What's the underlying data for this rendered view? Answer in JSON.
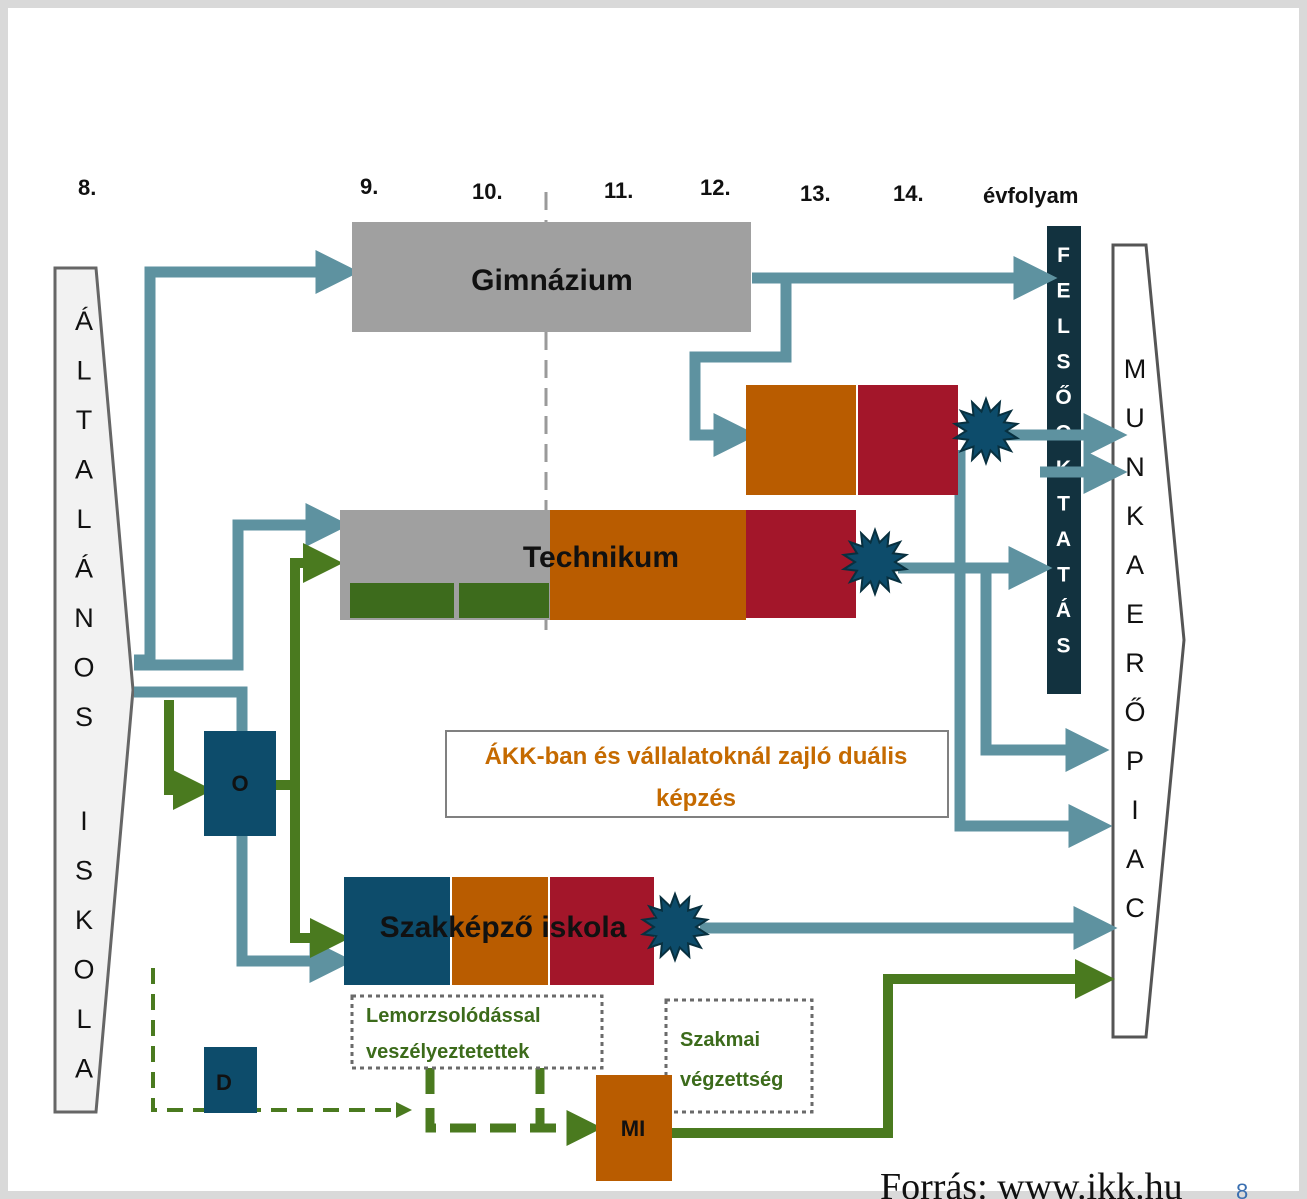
{
  "grades": [
    "8.",
    "9.",
    "10.",
    "11.",
    "12.",
    "13.",
    "14.",
    "évfolyam"
  ],
  "left_column": {
    "top": [
      "Á",
      "L",
      "T",
      "A",
      "L",
      "Á",
      "N",
      "O",
      "S"
    ],
    "bottom": [
      "I",
      "S",
      "K",
      "O",
      "L",
      "A"
    ]
  },
  "higher_education": [
    "F",
    "E",
    "L",
    "S",
    "Ő",
    "O",
    "K",
    "T",
    "A",
    "T",
    "Á",
    "S"
  ],
  "labour_market": [
    "M",
    "U",
    "N",
    "K",
    "A",
    "E",
    "R",
    "Ő",
    "P",
    "I",
    "A",
    "C"
  ],
  "labels": {
    "gymnasium": "Gimnázium",
    "technikum": "Technikum",
    "vocational": "Szakképző iskola",
    "orientation": "O",
    "d_box": "D",
    "mi_box": "MI",
    "dual_line1": "ÁKK-ban és vállalatoknál zajló duális",
    "dual_line2": "képzés",
    "dropout_line1": "Lemorzsolódással",
    "dropout_line2": "veszélyeztetettek",
    "qual_line1": "Szakmai",
    "qual_line2": "végzettség",
    "source": "Forrás: www.ikk.hu"
  },
  "colors": {
    "teal_arrow": "#5e92a0",
    "green_arrow": "#4a7a1f",
    "navy_box": "#0d4c6b",
    "grey_box": "#a0a0a0",
    "orange_box": "#b95c00",
    "red_box": "#a3162a",
    "dark_green_bar": "#3d6b1c",
    "higher_ed_bar": "#12323f",
    "dual_text": "#c56a00"
  }
}
